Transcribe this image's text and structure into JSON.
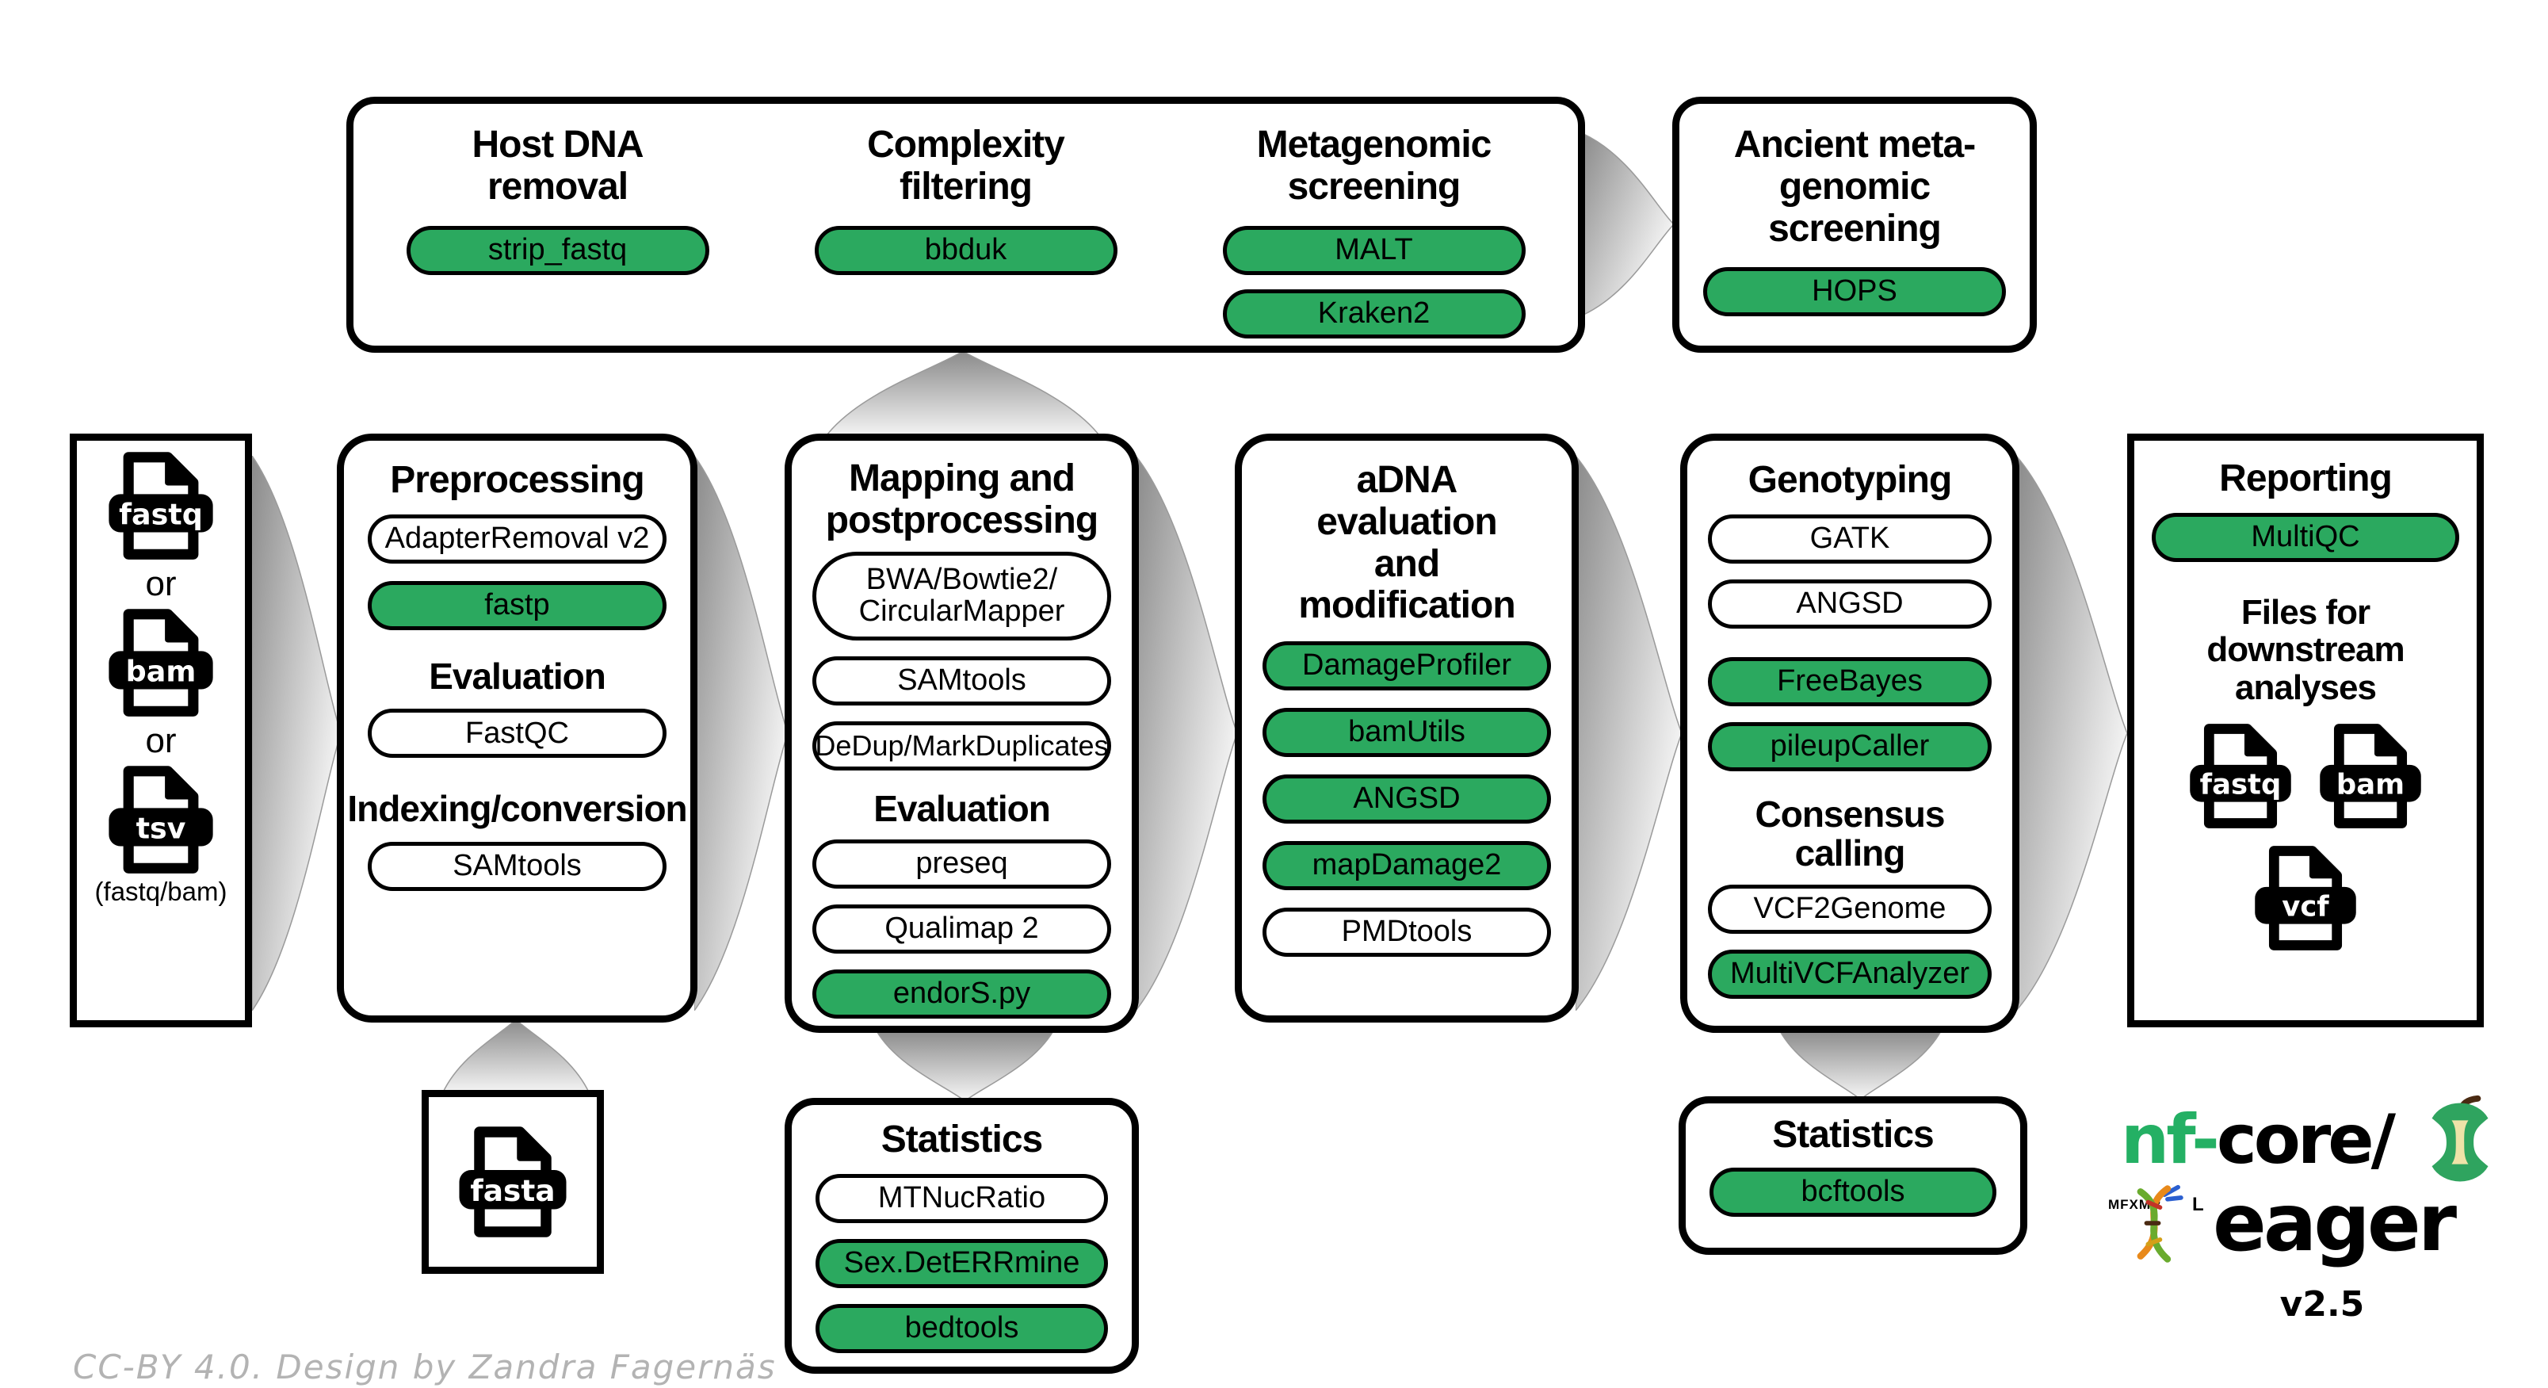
{
  "colors": {
    "green": "#2BA95F",
    "logo_green": "#24B064",
    "arrow_dark": "#8a8a8a",
    "arrow_light": "#f7f7f7",
    "footer_gray": "#b3b3b3",
    "apple_green": "#2fa45f",
    "apple_cream": "#efe3a8",
    "stem_brown": "#4a2a12"
  },
  "top": {
    "sections": [
      {
        "title_line1": "Host DNA",
        "title_line2": "removal",
        "tools": [
          {
            "label": "strip_fastq"
          }
        ]
      },
      {
        "title_line1": "Complexity",
        "title_line2": "filtering",
        "tools": [
          {
            "label": "bbduk"
          }
        ]
      },
      {
        "title_line1": "Metagenomic",
        "title_line2": "screening",
        "tools": [
          {
            "label": "MALT"
          },
          {
            "label": "Kraken2"
          }
        ]
      }
    ]
  },
  "ancient": {
    "title_line1": "Ancient meta-",
    "title_line2": "genomic screening",
    "tool_hops": "HOPS"
  },
  "input_panel": {
    "files": [
      "fastq",
      "bam",
      "tsv"
    ],
    "separator1": "or",
    "separator2": "or",
    "caption": "(fastq/bam)"
  },
  "preprocessing": {
    "title": "Preprocessing",
    "tool_adapterremoval": "AdapterRemoval v2",
    "tool_fastp": "fastp",
    "heading_evaluation": "Evaluation",
    "tool_fastqc": "FastQC",
    "heading_indexing": "Indexing/conversion",
    "tool_samtools": "SAMtools"
  },
  "mapping": {
    "title_line1": "Mapping and",
    "title_line2": "postprocessing",
    "tool_mapper_line1": "BWA/Bowtie2/",
    "tool_mapper_line2": "CircularMapper",
    "tool_samtools": "SAMtools",
    "tool_dedup": "DeDup/MarkDuplicates",
    "heading_evaluation": "Evaluation",
    "tool_preseq": "preseq",
    "tool_qualimap": "Qualimap 2",
    "tool_endors": "endorS.py"
  },
  "adna": {
    "title_line1": "aDNA evaluation",
    "title_line2": "and modification",
    "tool_damageprofiler": "DamageProfiler",
    "tool_bamutils": "bamUtils",
    "tool_angsd": "ANGSD",
    "tool_mapdamage": "mapDamage2",
    "tool_pmdtools": "PMDtools"
  },
  "genotyping": {
    "title": "Genotyping",
    "tool_gatk": "GATK",
    "tool_angsd": "ANGSD",
    "tool_freebayes": "FreeBayes",
    "tool_pileupcaller": "pileupCaller",
    "heading_consensus": "Consensus calling",
    "tool_vcf2genome": "VCF2Genome",
    "tool_multivcf": "MultiVCFAnalyzer"
  },
  "reporting": {
    "title": "Reporting",
    "tool_multiqc": "MultiQC",
    "heading_line1": "Files for downstream",
    "heading_line2": "analyses",
    "files": [
      "fastq",
      "bam",
      "vcf"
    ]
  },
  "fasta_panel": {
    "file": "fasta"
  },
  "statistics_mapping": {
    "title": "Statistics",
    "tool_mtnucratio": "MTNucRatio",
    "tool_sexdeterrmine": "Sex.DetERRmine",
    "tool_bedtools": "bedtools"
  },
  "statistics_genotyping": {
    "title": "Statistics",
    "tool_bcftools": "bcftools"
  },
  "logo": {
    "nf": "nf-",
    "core": "core/",
    "eager": "eager",
    "version": "v2.5",
    "runes": "MFXMR",
    "rune_l": "L"
  },
  "footer": {
    "credit": "CC-BY 4.0. Design by Zandra Fagernäs"
  }
}
